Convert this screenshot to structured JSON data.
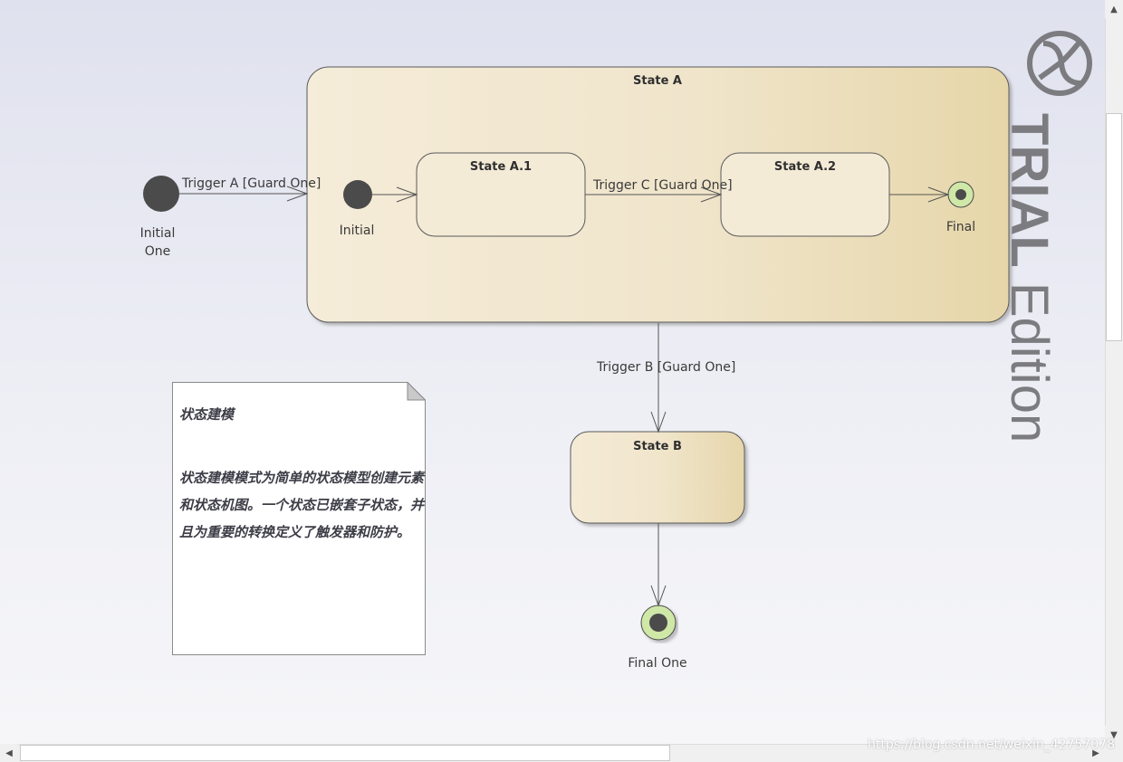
{
  "diagram": {
    "composite_state": {
      "title": "State A"
    },
    "states": {
      "a1": {
        "title": "State A.1"
      },
      "a2": {
        "title": "State A.2"
      },
      "b": {
        "title": "State B"
      }
    },
    "pseudostates": {
      "initial_one": {
        "label_line1": "Initial",
        "label_line2": "One"
      },
      "initial": {
        "label": "Initial"
      },
      "final": {
        "label": "Final"
      },
      "final_one": {
        "label": "Final One"
      }
    },
    "transitions": {
      "trigger_a": "Trigger A [Guard One]",
      "trigger_c": "Trigger C [Guard One]",
      "trigger_b": "Trigger B [Guard One]"
    },
    "note": {
      "heading": "状态建模",
      "body": "状态建模模式为简单的状态模型创建元素和状态机图。一个状态已嵌套子状态，并且为重要的转换定义了触发器和防护。"
    }
  },
  "watermark": {
    "edition_strong": "TRIAL",
    "edition_light": " Edition",
    "url": "https://blog.csdn.net/weixin_42757078"
  },
  "scrollbars": {
    "up_icon": "▲",
    "down_icon": "▼",
    "left_icon": "◀",
    "right_icon": "▶"
  },
  "colors": {
    "state_fill_light": "#f6efdf",
    "state_fill_dark": "#e8d9b0",
    "state_border": "#5a5a5a",
    "pseudostate_fill": "#4b4b4b",
    "final_ring": "#cfe8a8",
    "watermark": "#7c7c80"
  }
}
